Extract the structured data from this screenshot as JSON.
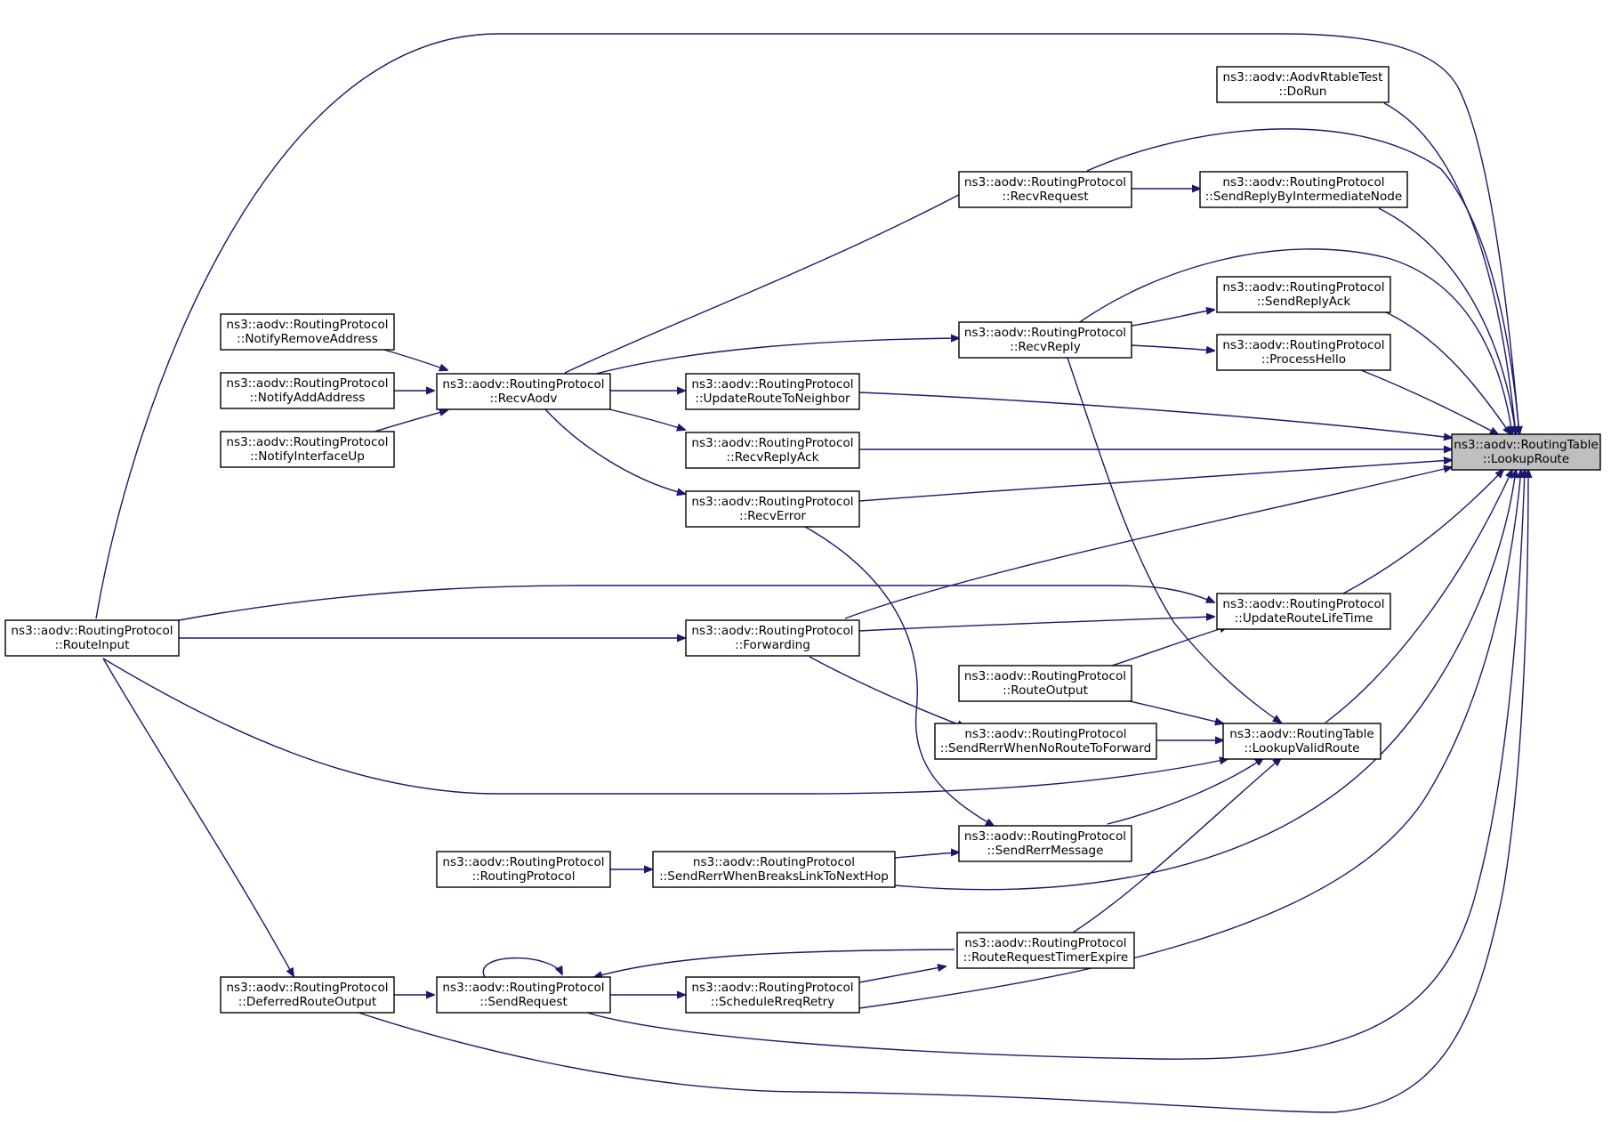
{
  "colors": {
    "edge": "#191970",
    "node_border": "#000000",
    "highlight_fill": "#bfbfbf"
  },
  "nodes": {
    "lookup_route": [
      "ns3::aodv::RoutingTable",
      "::LookupRoute"
    ],
    "aodv_rtable_test": [
      "ns3::aodv::AodvRtableTest",
      "::DoRun"
    ],
    "recv_request": [
      "ns3::aodv::RoutingProtocol",
      "::RecvRequest"
    ],
    "send_reply_inter": [
      "ns3::aodv::RoutingProtocol",
      "::SendReplyByIntermediateNode"
    ],
    "send_reply_ack": [
      "ns3::aodv::RoutingProtocol",
      "::SendReplyAck"
    ],
    "recv_reply": [
      "ns3::aodv::RoutingProtocol",
      "::RecvReply"
    ],
    "process_hello": [
      "ns3::aodv::RoutingProtocol",
      "::ProcessHello"
    ],
    "notify_remove": [
      "ns3::aodv::RoutingProtocol",
      "::NotifyRemoveAddress"
    ],
    "notify_add": [
      "ns3::aodv::RoutingProtocol",
      "::NotifyAddAddress"
    ],
    "notify_iface_up": [
      "ns3::aodv::RoutingProtocol",
      "::NotifyInterfaceUp"
    ],
    "recv_aodv": [
      "ns3::aodv::RoutingProtocol",
      "::RecvAodv"
    ],
    "update_route_neigh": [
      "ns3::aodv::RoutingProtocol",
      "::UpdateRouteToNeighbor"
    ],
    "recv_reply_ack": [
      "ns3::aodv::RoutingProtocol",
      "::RecvReplyAck"
    ],
    "recv_error": [
      "ns3::aodv::RoutingProtocol",
      "::RecvError"
    ],
    "route_input": [
      "ns3::aodv::RoutingProtocol",
      "::RouteInput"
    ],
    "update_lifetime": [
      "ns3::aodv::RoutingProtocol",
      "::UpdateRouteLifeTime"
    ],
    "forwarding": [
      "ns3::aodv::RoutingProtocol",
      "::Forwarding"
    ],
    "route_output": [
      "ns3::aodv::RoutingProtocol",
      "::RouteOutput"
    ],
    "lookup_valid": [
      "ns3::aodv::RoutingTable",
      "::LookupValidRoute"
    ],
    "send_rerr_noroute": [
      "ns3::aodv::RoutingProtocol",
      "::SendRerrWhenNoRouteToForward"
    ],
    "send_rerr_msg": [
      "ns3::aodv::RoutingProtocol",
      "::SendRerrMessage"
    ],
    "routing_protocol": [
      "ns3::aodv::RoutingProtocol",
      "::RoutingProtocol"
    ],
    "send_rerr_breaks": [
      "ns3::aodv::RoutingProtocol",
      "::SendRerrWhenBreaksLinkToNextHop"
    ],
    "rreq_timer_expire": [
      "ns3::aodv::RoutingProtocol",
      "::RouteRequestTimerExpire"
    ],
    "deferred_output": [
      "ns3::aodv::RoutingProtocol",
      "::DeferredRouteOutput"
    ],
    "send_request": [
      "ns3::aodv::RoutingProtocol",
      "::SendRequest"
    ],
    "schedule_rreq": [
      "ns3::aodv::RoutingProtocol",
      "::ScheduleRreqRetry"
    ]
  }
}
